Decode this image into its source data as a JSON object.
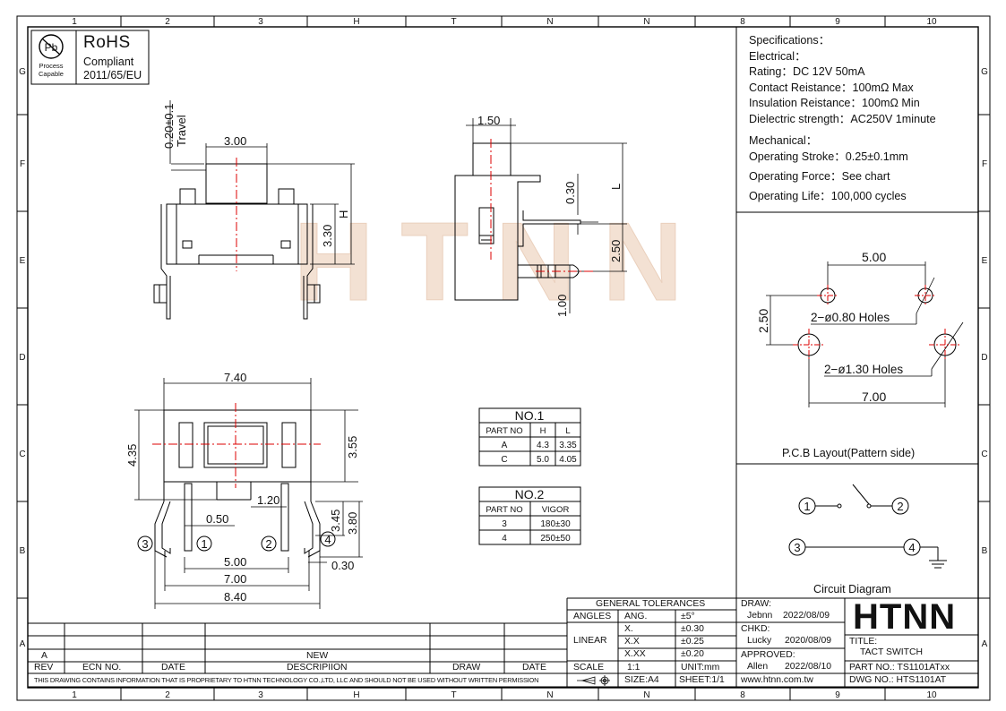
{
  "frame": {
    "col_labels": [
      "1",
      "2",
      "3",
      "H",
      "T",
      "N",
      "N",
      "8",
      "9",
      "10"
    ],
    "row_labels": [
      "G",
      "F",
      "E",
      "D",
      "C",
      "B",
      "A"
    ]
  },
  "rohs": {
    "pb_label": "Pb",
    "process_capable": [
      "Process",
      "Capable"
    ],
    "title": "RoHS",
    "compliant": "Compliant",
    "directive": "2011/65/EU"
  },
  "watermark": "HTNN",
  "specs": {
    "heading": "Specifications：",
    "electrical_heading": "Electrical：",
    "rating": "Rating：DC 12V 50mA",
    "contact_resistance": "Contact Reistance：100mΩ Max",
    "insulation_resistance": "Insulation Reistance：100mΩ Min",
    "dielectric_strength": "Dielectric strength：AC250V 1minute",
    "mechanical_heading": "Mechanical：",
    "operating_stroke": "Operating Stroke：0.25±0.1mm",
    "operating_force": "Operating Force：See chart",
    "operating_life": "Operating Life：100,000 cycles"
  },
  "pcb_layout": {
    "caption": "P.C.B Layout(Pattern side)",
    "dim_5": "5.00",
    "dim_250": "2.50",
    "holes_small": "2−ø0.80  Holes",
    "holes_large": "2−ø1.30  Holes",
    "dim_7": "7.00"
  },
  "circuit": {
    "caption": "Circuit Diagram",
    "t1": "1",
    "t2": "2",
    "t3": "3",
    "t4": "4"
  },
  "front_view": {
    "travel_dim": "0.20±0.1",
    "travel_label": "Travel",
    "dim_300": "3.00",
    "dim_330": "3.30",
    "dim_h": "H"
  },
  "side_view": {
    "dim_150": "1.50",
    "dim_l": "L",
    "dim_030": "0.30",
    "dim_250": "2.50",
    "dim_100": "1.00"
  },
  "bottom_view": {
    "dim_740": "7.40",
    "dim_435": "4.35",
    "dim_355": "3.55",
    "dim_120": "1.20",
    "dim_050": "0.50",
    "dim_345": "3.45",
    "dim_380": "3.80",
    "dim_500": "5.00",
    "dim_030": "0.30",
    "dim_700": "7.00",
    "dim_840": "8.40",
    "pin1": "1",
    "pin2": "2",
    "pin3": "3",
    "pin4": "4"
  },
  "table_no1": {
    "title": "NO.1",
    "headers": [
      "PART NO",
      "H",
      "L"
    ],
    "rows": [
      [
        "A",
        "4.3",
        "3.35"
      ],
      [
        "C",
        "5.0",
        "4.05"
      ]
    ]
  },
  "table_no2": {
    "title": "NO.2",
    "headers": [
      "PART NO",
      "VIGOR"
    ],
    "rows": [
      [
        "3",
        "180±30"
      ],
      [
        "4",
        "250±50"
      ]
    ]
  },
  "revision_block": {
    "rev_value": "A",
    "desc_value": "NEW",
    "headers": [
      "REV",
      "ECN NO.",
      "DATE",
      "DESCRIPIION",
      "DRAW",
      "DATE"
    ],
    "proprietary": "THIS DRAWING CONTAINS INFORMATION THAT IS PROPRIETARY TO HTNN TECHNOLOGY CO.,LTD, LLC AND SHOULD NOT BE USED WITHOUT WRITTEN PERMISSION"
  },
  "tolerances": {
    "title": "GENERAL TOLERANCES",
    "angles_label": "ANGLES",
    "ang": "ANG.",
    "ang_tol": "±5°",
    "linear_label": "LINEAR",
    "x": "X.",
    "x_tol": "±0.30",
    "xx": "X.X",
    "xx_tol": "±0.25",
    "xxx": "X.XX",
    "xxx_tol": "±0.20",
    "scale_label": "SCALE",
    "scale": "1:1",
    "unit": "UNIT:mm",
    "size": "SIZE:A4",
    "sheet": "SHEET:1/1"
  },
  "approvals": {
    "draw_label": "DRAW:",
    "draw_name": "Jebnn",
    "draw_date": "2022/08/09",
    "chkd_label": "CHKD:",
    "chkd_name": "Lucky",
    "chkd_date": "2020/08/09",
    "approved_label": "APPROVED:",
    "approved_name": "Allen",
    "approved_date": "2022/08/10",
    "website": "www.htnn.com.tw"
  },
  "title_block": {
    "logo": "HTNN",
    "title_label": "TITLE:",
    "title_value": "TACT SWITCH",
    "part_no": "PART NO.: TS1101ATxx",
    "dwg_no": "DWG  NO.: HTS1101AT"
  }
}
